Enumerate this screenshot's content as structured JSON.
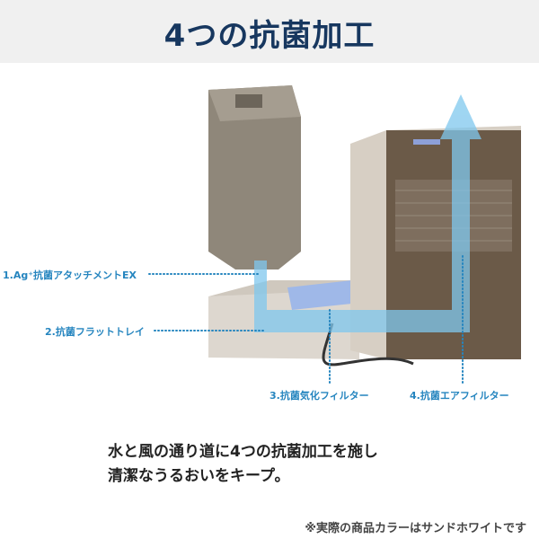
{
  "header": {
    "title": "4つの抗菌加工"
  },
  "labels": [
    {
      "num": "1.",
      "text": "Ag⁺抗菌アタッチメントEX"
    },
    {
      "num": "2.",
      "text": "抗菌フラットトレイ"
    },
    {
      "num": "3.",
      "text": "抗菌気化フィルター"
    },
    {
      "num": "4.",
      "text": "抗菌エアフィルター"
    }
  ],
  "description": {
    "line1": "水と風の通り道に4つの抗菌加工を施し",
    "line2": "清潔なうるおいをキープ。"
  },
  "note": "※実際の商品カラーはサンドホワイトです",
  "colors": {
    "title": "#17375f",
    "label": "#2585bf",
    "flow": "#7fc8ee"
  }
}
